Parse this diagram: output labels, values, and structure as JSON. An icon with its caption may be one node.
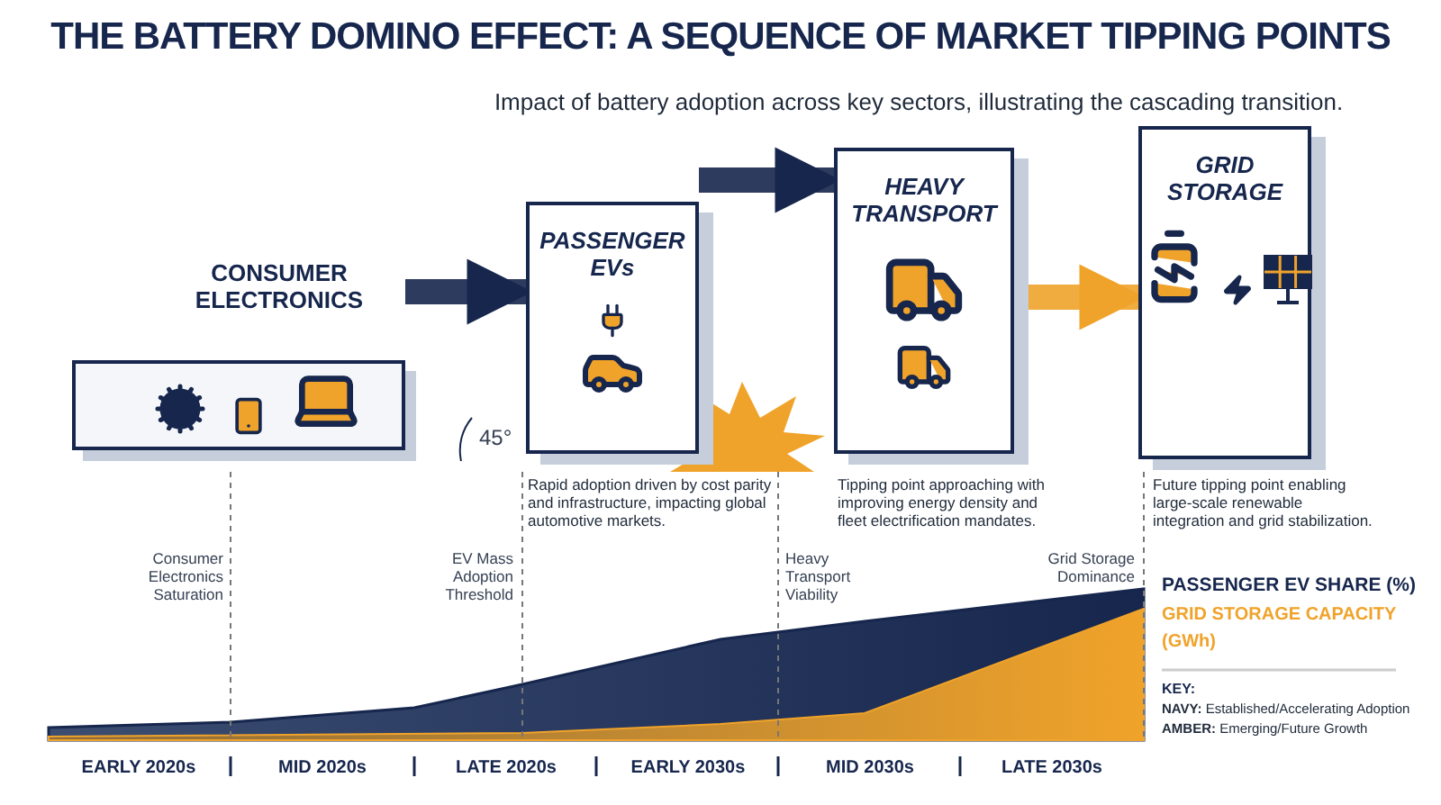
{
  "diagram": {
    "title": "THE BATTERY DOMINO EFFECT: A SEQUENCE OF MARKET TIPPING POINTS",
    "caption": "Impact of battery adoption across key sectors, illustrating the cascading transition.",
    "nodes": [
      {
        "text": [
          "CONSUMER ELECTRONICS"
        ]
      },
      {
        "text": [
          "PASSENGER EVs"
        ],
        "beside": [
          "Rapid adoption driven by cost parity and infrastructure, impacting global automotive markets."
        ]
      },
      {
        "text": [
          "HEAVY TRANSPORT"
        ],
        "beside": [
          "Tipping point approaching with improving energy density and fleet electrification mandates."
        ]
      },
      {
        "text": [
          "GRID STORAGE"
        ],
        "beside": [
          "Future tipping point enabling large-scale renewable integration and grid stabilization."
        ]
      }
    ],
    "edges": [
      {
        "from": 0,
        "to": 1,
        "arrow": "to"
      },
      {
        "from": 1,
        "to": 2,
        "arrow": "to"
      },
      {
        "from": 2,
        "to": 3,
        "arrow": "to",
        "color": "#f0a32a"
      }
    ],
    "labels": [
      "45°",
      "Consumer Electronics Saturation",
      "EV Mass Adoption Threshold",
      "Heavy Transport Viability",
      "Grid Storage Dominance",
      "EARLY 2020s",
      "MID 2020s",
      "LATE 2020s",
      "EARLY 2030s",
      "MID 2030s",
      "LATE 2030s",
      "PASSENGER EV SHARE (%)",
      "GRID STORAGE CAPACITY (GWh)",
      "KEY:",
      "**NAVY:** Established/Accelerating Adoption",
      "**AMBER:** Emerging/Future Growth"
    ]
  }
}
